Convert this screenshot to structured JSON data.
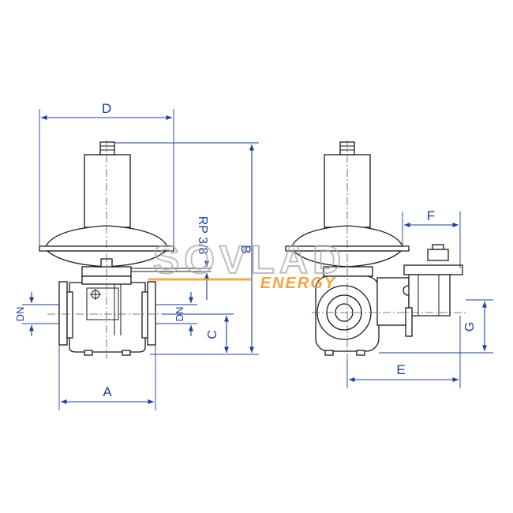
{
  "dimensions": {
    "D": "D",
    "B": "B",
    "RP": "RP 3/8",
    "DN_left": "DN",
    "DN_right": "DN",
    "C": "C",
    "A": "A",
    "F": "F",
    "E": "E",
    "G": "G"
  },
  "watermark": {
    "brand": "SOVLAD",
    "sub": "ENERGY"
  },
  "colors": {
    "dimension": "#1f3f9a",
    "outline": "#1a1a1a",
    "watermark_text": "#a9a9a9",
    "watermark_accent": "#f29a2e"
  }
}
